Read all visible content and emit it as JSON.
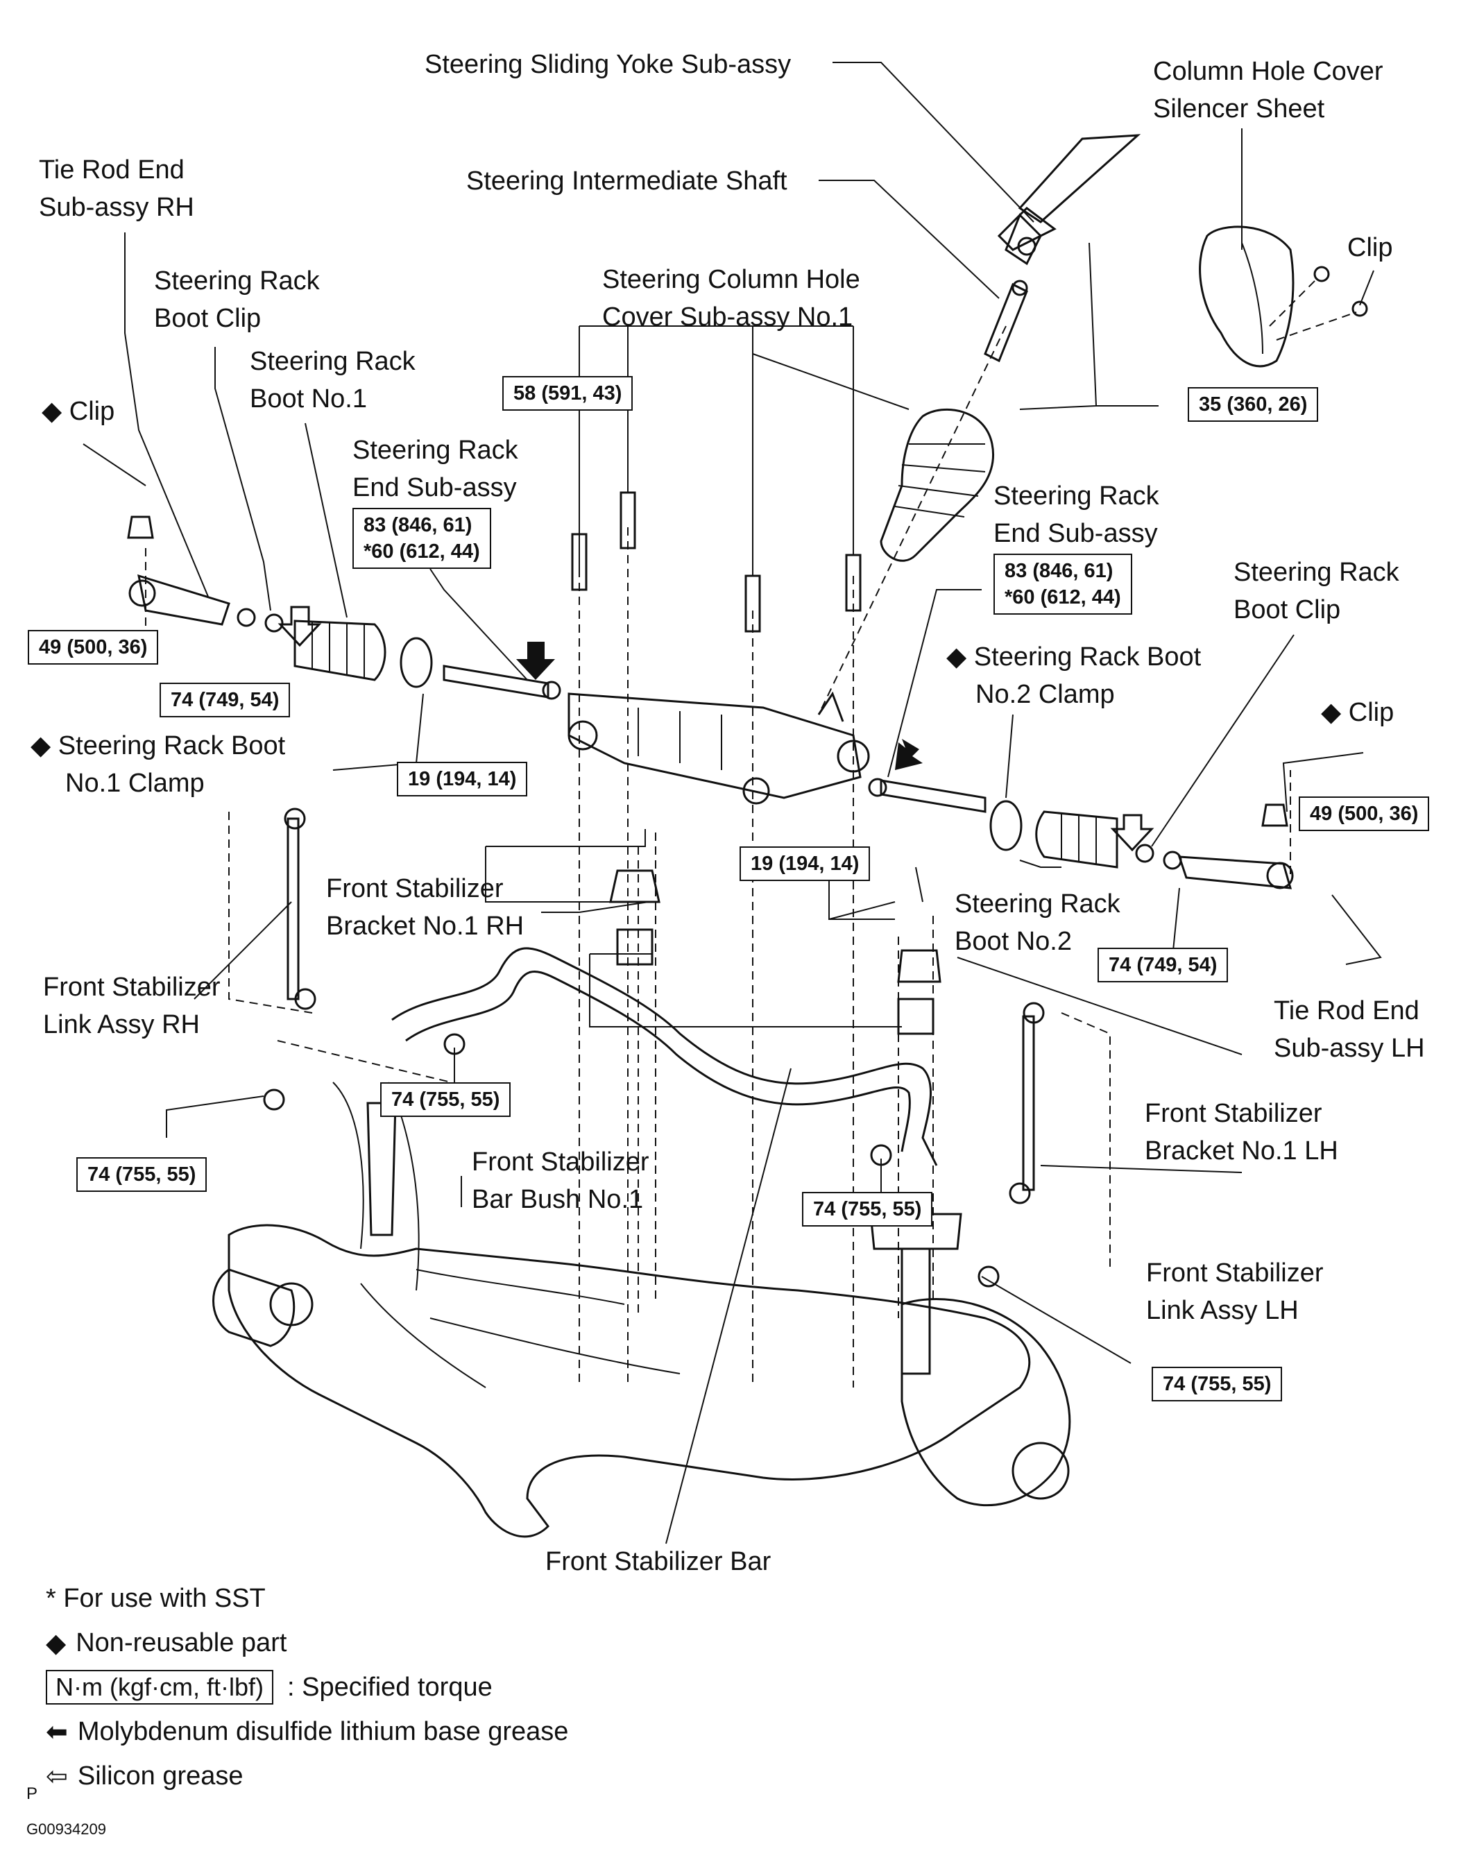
{
  "labels": {
    "sliding_yoke": "Steering Sliding Yoke Sub-assy",
    "column_hole_cover_silencer_1": "Column Hole Cover",
    "column_hole_cover_silencer_2": "Silencer Sheet",
    "intermediate_shaft": "Steering Intermediate Shaft",
    "clip_top_right": "Clip",
    "tie_rod_rh_1": "Tie Rod End",
    "tie_rod_rh_2": "Sub-assy RH",
    "boot_clip_rh_1": "Steering Rack",
    "boot_clip_rh_2": "Boot Clip",
    "column_hole_cover_1": "Steering Column Hole",
    "column_hole_cover_2": "Cover Sub-assy No.1",
    "boot_no1_1": "Steering Rack",
    "boot_no1_2": "Boot No.1",
    "clip_left": "Clip",
    "rack_end_left_1": "Steering Rack",
    "rack_end_left_2": "End Sub-assy",
    "rack_end_right_1": "Steering Rack",
    "rack_end_right_2": "End Sub-assy",
    "boot_clip_lh_1": "Steering Rack",
    "boot_clip_lh_2": "Boot Clip",
    "boot_no2_clamp_1": "Steering Rack Boot",
    "boot_no2_clamp_2": "No.2 Clamp",
    "clip_right": "Clip",
    "boot_no1_clamp_1": "Steering Rack Boot",
    "boot_no1_clamp_2": "No.1 Clamp",
    "bracket_rh_1": "Front Stabilizer",
    "bracket_rh_2": "Bracket No.1 RH",
    "boot_no2_1": "Steering Rack",
    "boot_no2_2": "Boot No.2",
    "link_rh_1": "Front Stabilizer",
    "link_rh_2": "Link Assy RH",
    "tie_rod_lh_1": "Tie Rod End",
    "tie_rod_lh_2": "Sub-assy LH",
    "bracket_lh_1": "Front Stabilizer",
    "bracket_lh_2": "Bracket No.1 LH",
    "bar_bush_1": "Front Stabilizer",
    "bar_bush_2": "Bar Bush No.1",
    "link_lh_1": "Front Stabilizer",
    "link_lh_2": "Link Assy LH",
    "stabilizer_bar": "Front Stabilizer Bar"
  },
  "torques": {
    "t_35": "35 (360, 26)",
    "t_58": "58 (591, 43)",
    "t_83_left_a": "83 (846, 61)",
    "t_83_left_b": "*60 (612, 44)",
    "t_83_right_a": "83 (846, 61)",
    "t_83_right_b": "*60 (612, 44)",
    "t_49_left": "49 (500, 36)",
    "t_74_749_left": "74 (749, 54)",
    "t_49_right": "49 (500, 36)",
    "t_19_left": "19 (194, 14)",
    "t_19_right": "19 (194, 14)",
    "t_74_749_right": "74 (749, 54)",
    "t_74_755_center": "74 (755, 55)",
    "t_74_755_left": "74 (755, 55)",
    "t_74_755_mid": "74 (755, 55)",
    "t_74_755_right": "74 (755, 55)"
  },
  "symbols": {
    "non_reusable": "◆",
    "grease_moly": "⬅",
    "grease_silicon": "⇦"
  },
  "legend": {
    "sst": "* For use with SST",
    "non_reusable": "Non-reusable part",
    "torque_unit": "N·m (kgf·cm, ft·lbf)",
    "torque_desc": ": Specified torque",
    "moly": "Molybdenum disulfide lithium base grease",
    "silicon": "Silicon grease"
  },
  "footer": {
    "p_mark": "P",
    "figure_code": "G00934209"
  }
}
